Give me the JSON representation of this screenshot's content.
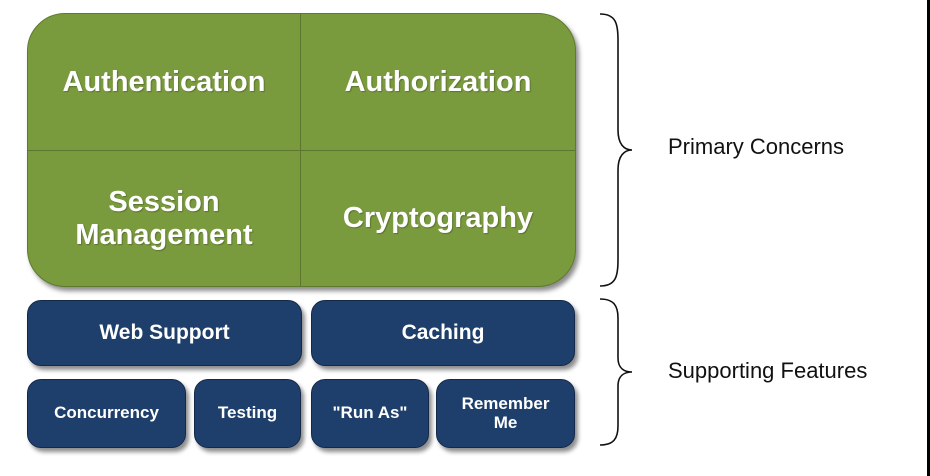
{
  "primary": {
    "authentication": "Authentication",
    "authorization": "Authorization",
    "session_management": "Session\nManagement",
    "cryptography": "Cryptography"
  },
  "supporting": {
    "web_support": "Web Support",
    "caching": "Caching",
    "concurrency": "Concurrency",
    "testing": "Testing",
    "run_as": "\"Run As\"",
    "remember_me": "Remember\nMe"
  },
  "labels": {
    "primary_concerns": "Primary Concerns",
    "supporting_features": "Supporting Features"
  },
  "colors": {
    "primary_fill": "#7a9a3e",
    "supporting_fill": "#1e3f6b",
    "text_on_boxes": "#ffffff"
  }
}
